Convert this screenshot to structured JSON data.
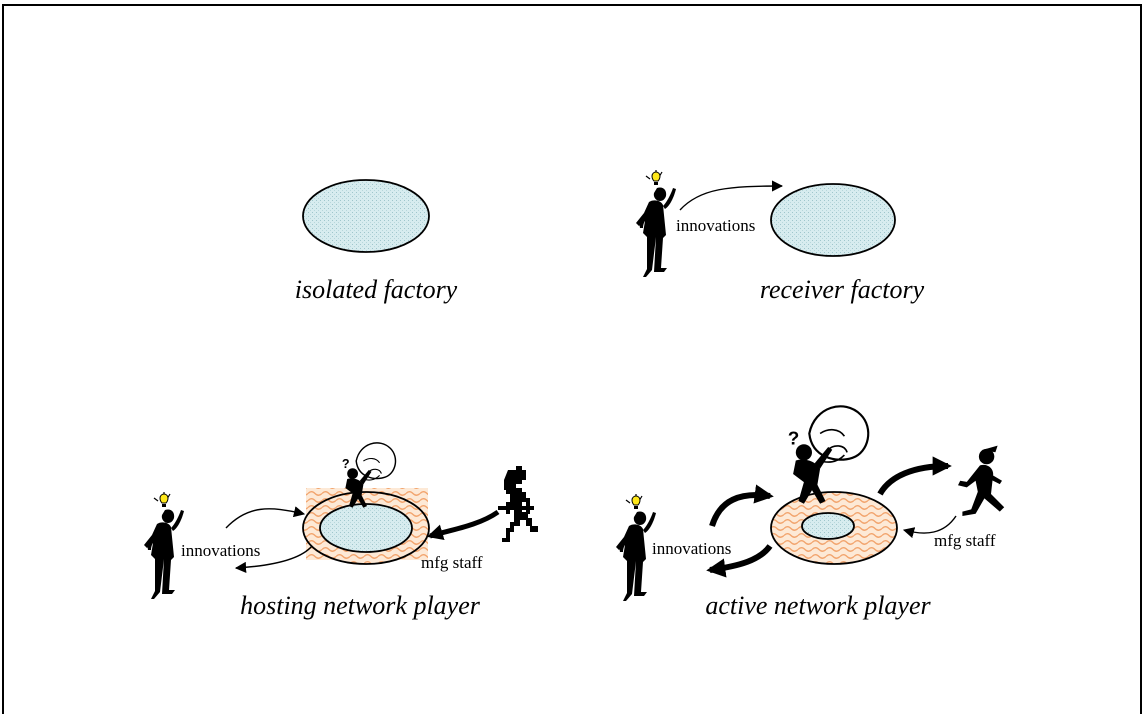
{
  "panels": [
    {
      "id": "isolated",
      "caption": "isolated factory"
    },
    {
      "id": "receiver",
      "caption": "receiver factory",
      "labels": {
        "innovations": "innovations"
      }
    },
    {
      "id": "hosting",
      "caption": "hosting network player",
      "labels": {
        "innovations": "innovations",
        "staff": "mfg staff"
      }
    },
    {
      "id": "active",
      "caption": "active network player",
      "labels": {
        "innovations": "innovations",
        "staff": "mfg staff"
      }
    }
  ],
  "colors": {
    "factory_fill": "#d2e8ec",
    "ring_fill": "#fbe5d0",
    "ring_wave": "#f0a070",
    "line": "#000000"
  },
  "icons": [
    "idea-person-icon",
    "heavy-load-person-icon",
    "running-person-icon"
  ]
}
